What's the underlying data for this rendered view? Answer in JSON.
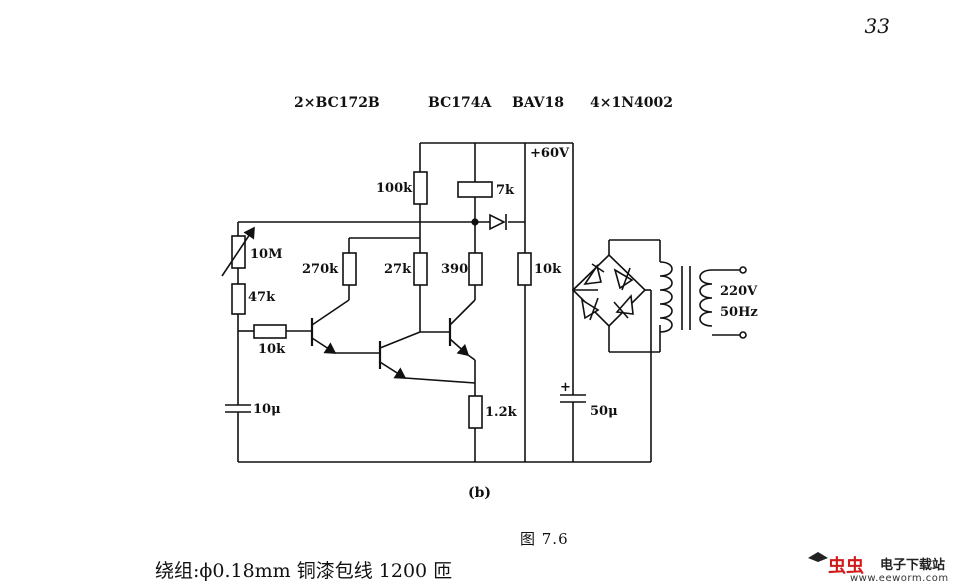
{
  "page": {
    "number": "33"
  },
  "header": {
    "transistors_a": "2×BC172B",
    "transistor_b": "BC174A",
    "diode": "BAV18",
    "bridge": "4×1N4002"
  },
  "components": {
    "r_100k": "100k",
    "relay_7k": "7k",
    "supply": "+60V",
    "pot_10M": "10M",
    "r_47k": "47k",
    "r_270k": "270k",
    "r_27k": "27k",
    "r_390": "390",
    "r_10k_vertical": "10k",
    "r_10k_series": "10k",
    "r_1_2k": "1.2k",
    "cap_10u": "10μ",
    "cap_50u": "50μ",
    "cap_plus": "+",
    "transformer_voltage": "220V",
    "transformer_freq": "50Hz"
  },
  "captions": {
    "subfigure": "(b)",
    "figure": "图 7.6",
    "winding_note": "绕组:ϕ0.18mm 铜漆包线 1200 匝"
  },
  "watermark": {
    "logo_text": "虫虫",
    "site_name": "电子下载站",
    "url": "www.eeworm.com"
  }
}
